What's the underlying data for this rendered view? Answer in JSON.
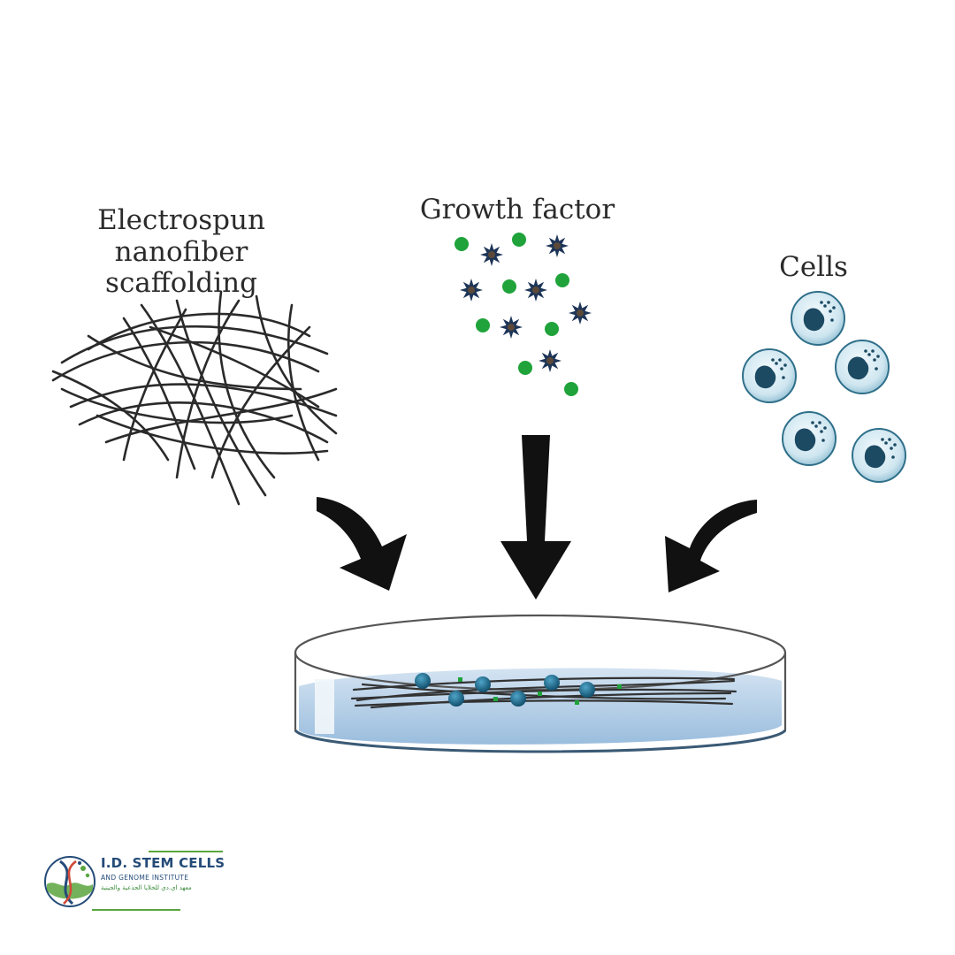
{
  "labels": {
    "scaffold_line1": "Electrospun",
    "scaffold_line2": "nanofiber scaffolding",
    "growth_factor": "Growth factor",
    "cells": "Cells"
  },
  "logo": {
    "title": "I.D. STEM CELLS",
    "subtitle": "AND GENOME INSTITUTE",
    "arabic": "معهد اي.دي للخلايا الجذعية والجينية"
  },
  "colors": {
    "fiber": "#2a2a2a",
    "growth_dot_green": "#1fa33a",
    "growth_star_navy": "#1d3557",
    "cell_fill": "#d8ecf4",
    "cell_ring": "#2f6f8a",
    "nucleus": "#1c4a63",
    "arrow": "#111111",
    "medium": "#9fc3e0",
    "brand_blue": "#244b78",
    "brand_green": "#5aa53e"
  },
  "icons": {
    "growth_factor_a": "green-dot-icon",
    "growth_factor_b": "navy-star-icon",
    "cell": "cell-icon",
    "arrow": "curved-arrow-icon",
    "dish": "petri-dish-icon"
  }
}
